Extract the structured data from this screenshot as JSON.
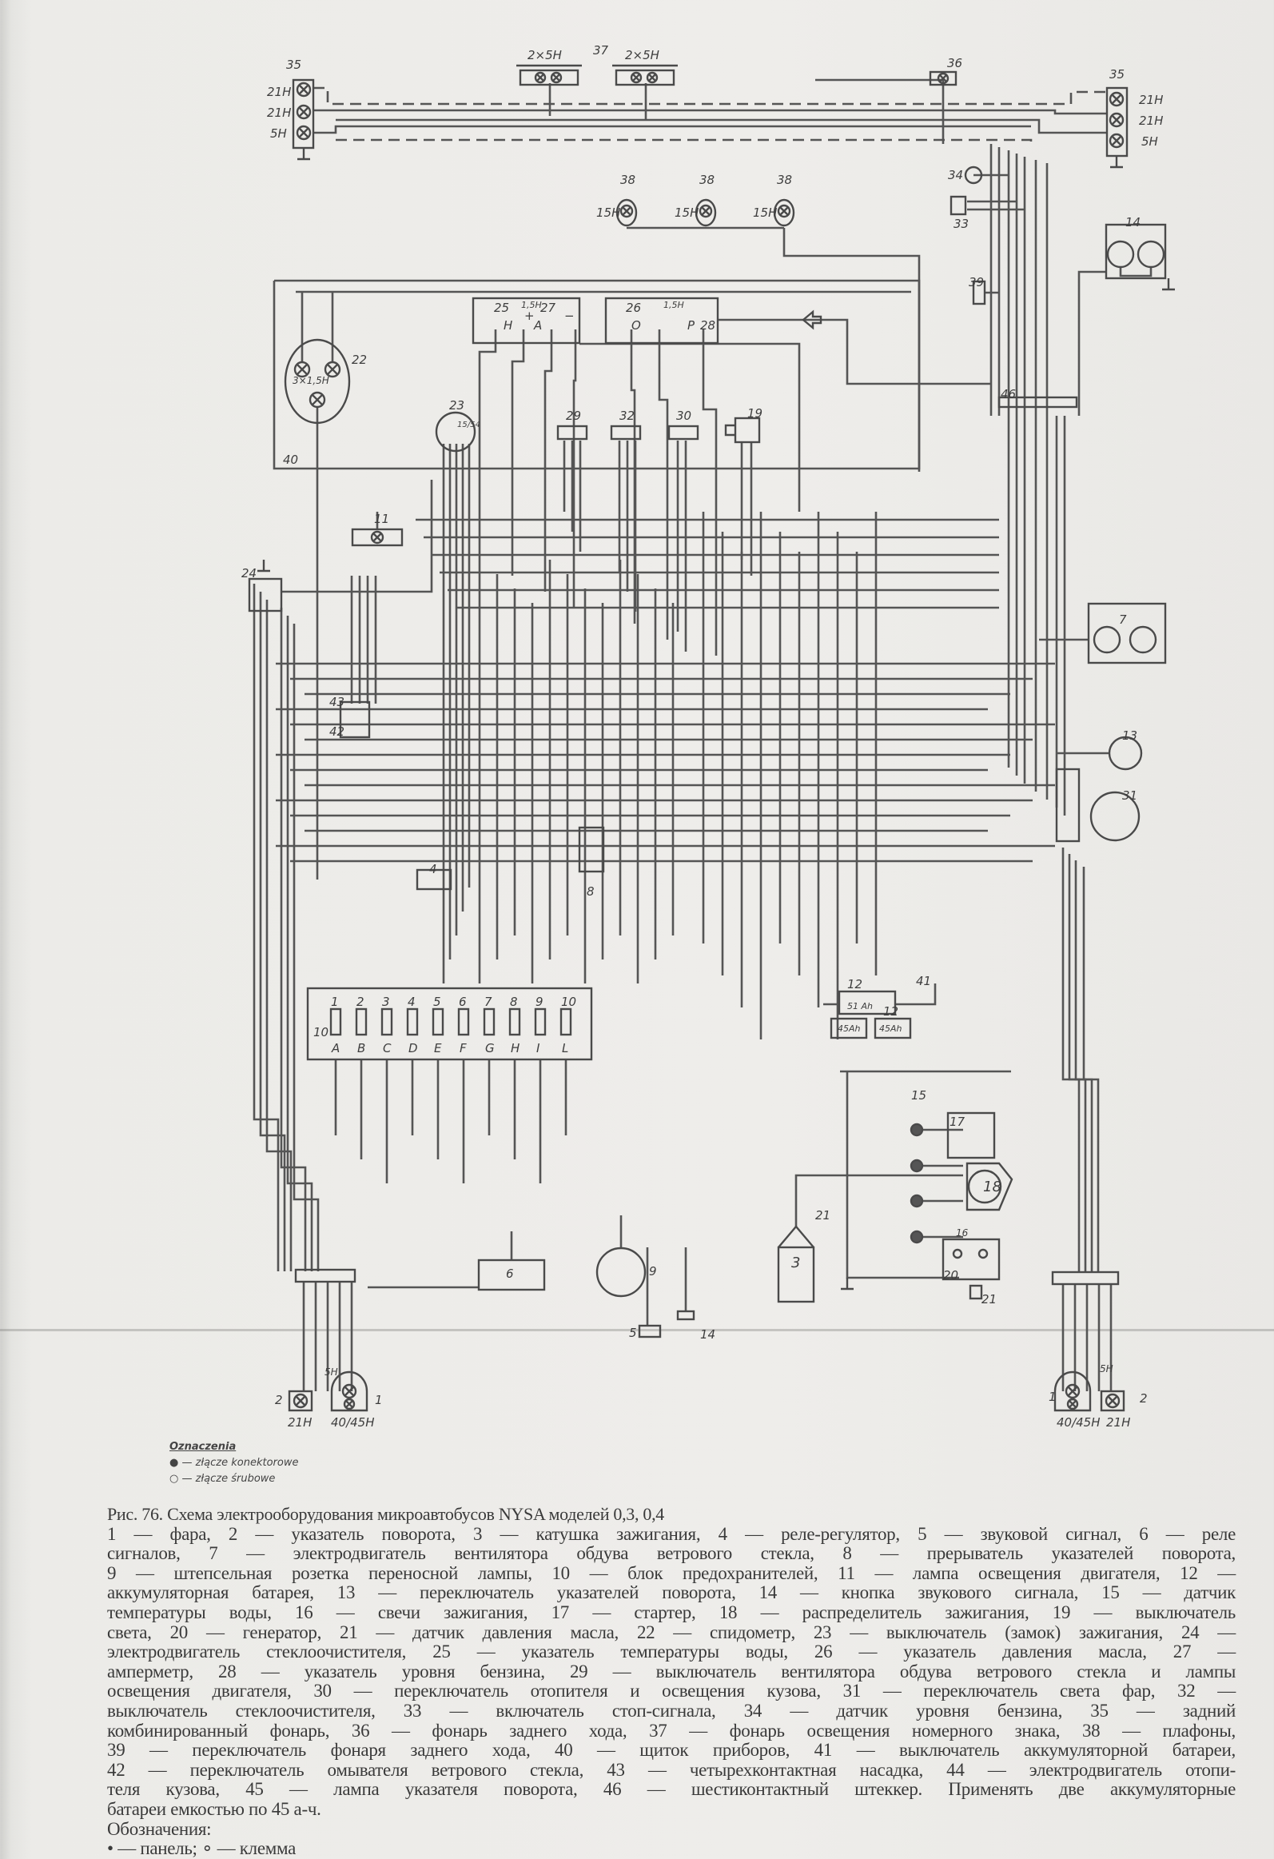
{
  "diagram": {
    "labels": {
      "c35_left": "35",
      "c35_right": "35",
      "c37": "37",
      "c36": "36",
      "c38_a": "38",
      "c38_b": "38",
      "c38_c": "38",
      "c34": "34",
      "c33": "33",
      "c44": "14",
      "c39": "39",
      "c22": "22",
      "c25": "25",
      "c27": "27",
      "c26": "26",
      "c28": "28",
      "c23": "23",
      "c29": "29",
      "c32": "32",
      "c30": "30",
      "c19": "19",
      "c40": "40",
      "c46": "46",
      "c11": "11",
      "c24": "24",
      "c43": "43",
      "c42": "42",
      "c7": "7",
      "c13": "13",
      "c31": "31",
      "c4": "4",
      "c8": "8",
      "c10": "10",
      "c12a": "12",
      "c12b": "12",
      "c41": "41",
      "c15": "15",
      "c17": "17",
      "c18": "18",
      "c16": "16",
      "c20": "20",
      "c21a": "21",
      "c21b": "21",
      "c3": "3",
      "c6": "6",
      "c9": "9",
      "c5": "5",
      "c14": "14",
      "c2_left": "2",
      "c1_left": "1",
      "c1_right": "1",
      "c2_right": "2"
    },
    "ratings": {
      "r21h_l1": "21Н",
      "r21h_l2": "21Н",
      "r5h_l": "5Н",
      "r21h_r1": "21Н",
      "r21h_r2": "21Н",
      "r5h_r": "5Н",
      "r37a": "2×5Н",
      "r37b": "2×5Н",
      "r38a": "15Н",
      "r38b": "15Н",
      "r38c": "15Н",
      "r22": "3×1,5Н",
      "r25": "1,5Н",
      "r26": "1,5Н",
      "r23": "15/54",
      "bat1": "51 Ah",
      "bat2": "45Ah",
      "bat3": "45Ah",
      "bl_21h": "21Н",
      "bl_4045": "40/45Н",
      "bl_5h": "5Н",
      "br_21h": "21Н",
      "br_4045": "40/45Н",
      "br_5h": "5Н"
    },
    "gauge_marks": {
      "h": "H",
      "a": "A",
      "plus": "+",
      "minus": "−",
      "o": "O",
      "p": "P"
    },
    "fuses": [
      "1",
      "2",
      "3",
      "4",
      "5",
      "6",
      "7",
      "8",
      "9",
      "10"
    ],
    "fuse_terminals": [
      "A",
      "B",
      "C",
      "D",
      "E",
      "F",
      "G",
      "H",
      "I",
      "L"
    ]
  },
  "legend_pl": {
    "title": "Oznaczenia",
    "items": [
      "● — złącze konektorowe",
      "○ — złącze śrubowe"
    ]
  },
  "caption": {
    "lines": [
      "Рис. 76. Схема электрооборудования микроавтобусов NYSA моделей 0,3, 0,4",
      "1 — фара, 2 — указатель поворота, 3 — катушка зажигания, 4 — реле-регулятор, 5 — звуковой сигнал, 6 — реле",
      "сигналов, 7 — электродвигатель вентилятора обдува ветрового стекла, 8 — прерыватель указателей поворота,",
      "9 — штепсельная розетка переносной лампы, 10 — блок предохранителей, 11 — лампа освещения двигателя, 12 —",
      "аккумуляторная батарея, 13 — переключатель указателей поворота, 14 — кнопка звукового сигнала, 15 — датчик",
      "температуры воды, 16 — свечи зажигания, 17 — стартер, 18 — распределитель зажигания, 19 — выключатель",
      "света, 20 — генератор, 21 — датчик давления масла, 22 — спидометр, 23 — выключатель (замок) зажигания, 24 —",
      "электродвигатель стеклоочистителя, 25 — указатель температуры воды, 26 — указатель давления масла, 27 —",
      "амперметр, 28 — указатель уровня бензина, 29 — выключатель вентилятора обдува ветрового стекла и лампы",
      "освещения двигателя, 30 — переключатель отопителя и освещения кузова, 31 — переключатель света фар, 32 —",
      "выключатель стеклоочистителя, 33 — включатель стоп-сигнала, 34 — датчик уровня бензина, 35 — задний",
      "комбинированный фонарь, 36 — фонарь заднего хода, 37 — фонарь освещения номерного знака, 38 — плафоны,",
      "39 — переключатель фонаря заднего хода, 40 — щиток приборов, 41 — выключатель аккумуляторной батареи,",
      "42 — переключатель омывателя ветрового стекла, 43 — четырехконтактная насадка, 44 — электродвигатель отопи-",
      "теля кузова, 45 — лампа указателя поворота, 46 — шестиконтактный штеккер. Применять две аккумуляторные",
      "батареи емкостью по 45 а-ч."
    ],
    "notation_title": "Обозначения:",
    "notation": "• — панель; ∘ — клемма"
  }
}
